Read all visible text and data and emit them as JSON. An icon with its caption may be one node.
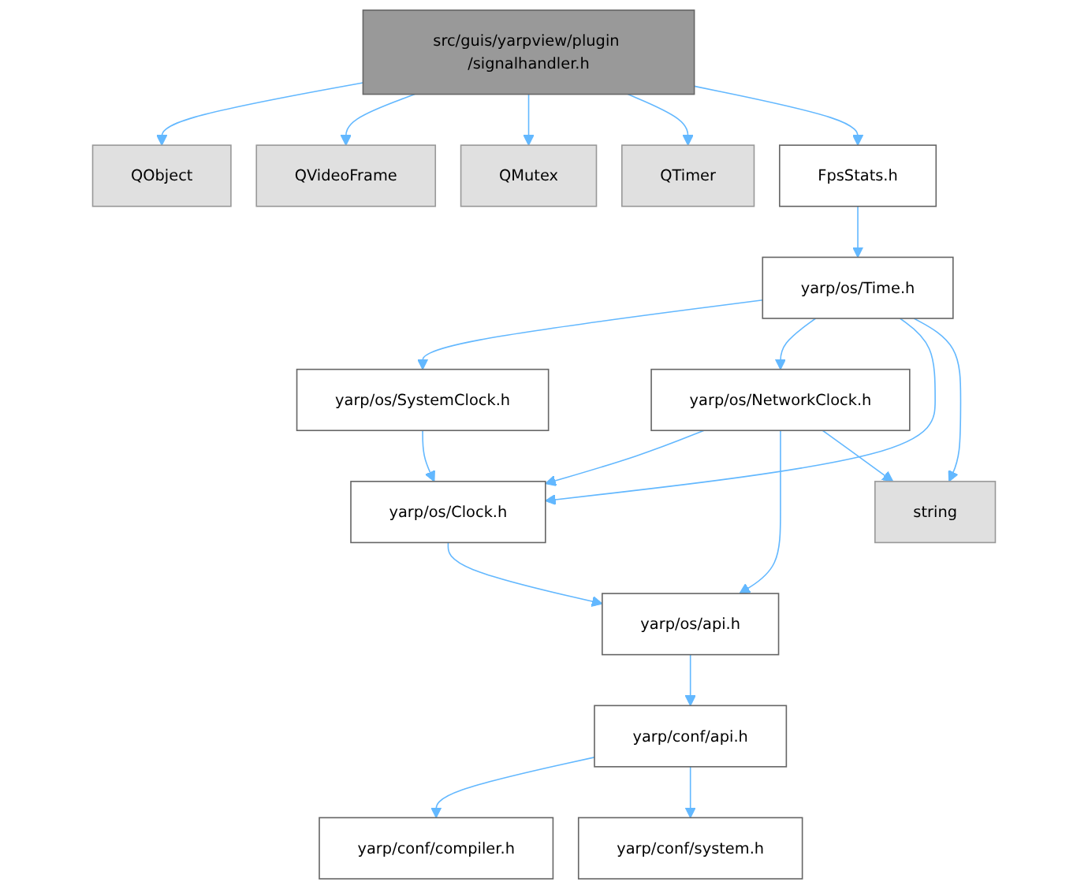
{
  "diagram": {
    "nodes": [
      {
        "text": [
          "src/guis/yarpview/plugin /signalhandler.h"
        ]
      },
      {
        "text": [
          "QObject"
        ]
      },
      {
        "text": [
          "QVideoFrame"
        ]
      },
      {
        "text": [
          "QMutex"
        ]
      },
      {
        "text": [
          "QTimer"
        ]
      },
      {
        "text": [
          "FpsStats.h"
        ]
      },
      {
        "text": [
          "yarp/os/Time.h"
        ]
      },
      {
        "text": [
          "yarp/os/SystemClock.h"
        ]
      },
      {
        "text": [
          "yarp/os/NetworkClock.h"
        ]
      },
      {
        "text": [
          "yarp/os/Clock.h"
        ]
      },
      {
        "text": [
          "string"
        ]
      },
      {
        "text": [
          "yarp/os/api.h"
        ]
      },
      {
        "text": [
          "yarp/conf/api.h"
        ]
      },
      {
        "text": [
          "yarp/conf/compiler.h"
        ]
      },
      {
        "text": [
          "yarp/conf/system.h"
        ]
      }
    ],
    "edges": [
      {
        "from": 0,
        "to": 1,
        "arrow": "to"
      },
      {
        "from": 0,
        "to": 2,
        "arrow": "to"
      },
      {
        "from": 0,
        "to": 3,
        "arrow": "to"
      },
      {
        "from": 0,
        "to": 4,
        "arrow": "to"
      },
      {
        "from": 0,
        "to": 5,
        "arrow": "to"
      },
      {
        "from": 5,
        "to": 6,
        "arrow": "to"
      },
      {
        "from": 6,
        "to": 7,
        "arrow": "to"
      },
      {
        "from": 6,
        "to": 8,
        "arrow": "to"
      },
      {
        "from": 6,
        "to": 9,
        "arrow": "to"
      },
      {
        "from": 6,
        "to": 10,
        "arrow": "to"
      },
      {
        "from": 7,
        "to": 9,
        "arrow": "to"
      },
      {
        "from": 8,
        "to": 9,
        "arrow": "to"
      },
      {
        "from": 8,
        "to": 11,
        "arrow": "to"
      },
      {
        "from": 8,
        "to": 10,
        "arrow": "to"
      },
      {
        "from": 9,
        "to": 11,
        "arrow": "to"
      },
      {
        "from": 11,
        "to": 12,
        "arrow": "to"
      },
      {
        "from": 12,
        "to": 13,
        "arrow": "to"
      },
      {
        "from": 12,
        "to": 14,
        "arrow": "to"
      }
    ]
  }
}
